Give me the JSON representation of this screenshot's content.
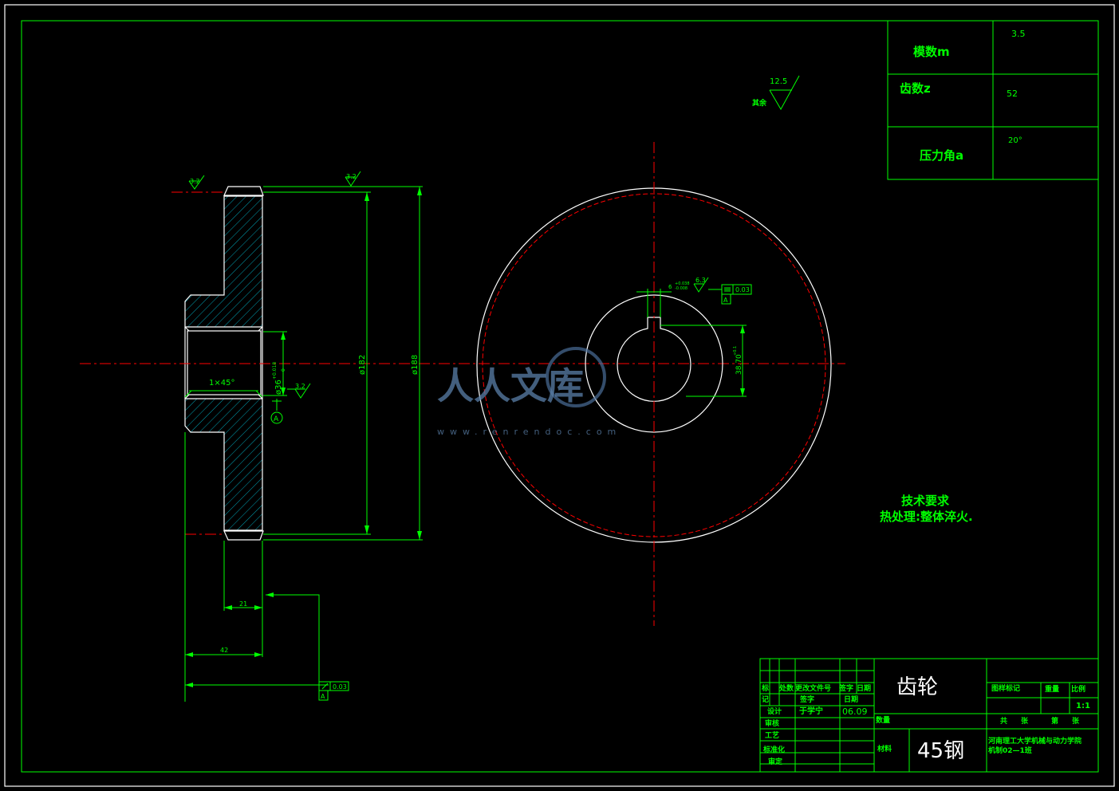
{
  "params": [
    {
      "label": "模数m",
      "value": "3.5"
    },
    {
      "label": "齿数z",
      "value": "52"
    },
    {
      "label": "压力角a",
      "value": "20°"
    }
  ],
  "roughness": {
    "general": "12.5",
    "general_label": "其余",
    "face_left": "3.2",
    "face_top": "3.2",
    "bore": "3.2",
    "keyway": "6.3"
  },
  "dims": {
    "bore_dia": "ø36",
    "bore_tol": "+0.018",
    "bore_tol2": "0",
    "pitch_dia": "ø182",
    "outer_dia": "ø188",
    "chamfer": "1×45°",
    "hub": "21",
    "width": "42",
    "key_width": "6",
    "key_width_tol": "+0.038",
    "key_width_tol2": "-0.008",
    "key_depth": "38.70",
    "key_depth_tol": "+0.1",
    "runout": "0.03",
    "datum": "A",
    "sym": "0.03"
  },
  "tech": {
    "title": "技术要求",
    "body": "热处理:整体淬火."
  },
  "title_block": {
    "part_name": "齿轮",
    "material": "45钢",
    "material_label": "材料",
    "qty_label": "数量",
    "mark": "标",
    "mark2": "记",
    "count": "处数",
    "doc": "更改文件号",
    "sign": "签字",
    "date": "日期",
    "sign2": "签字",
    "date2": "日期",
    "design": "设计",
    "designer": "于学宁",
    "design_date": "06.09",
    "review": "审核",
    "craft": "工艺",
    "standard": "标准化",
    "approve": "审定",
    "drawing_mark": "图样标记",
    "weight": "重量",
    "scale_label": "比例",
    "scale": "1:1",
    "total": "共",
    "sheets": "张",
    "sheet_no": "第",
    "sheets2": "张",
    "school": "河南理工大学机械与动力学院",
    "class": "机制02—1班"
  },
  "watermark": {
    "text": "人人文库",
    "url": "www.renrendoc.com"
  }
}
